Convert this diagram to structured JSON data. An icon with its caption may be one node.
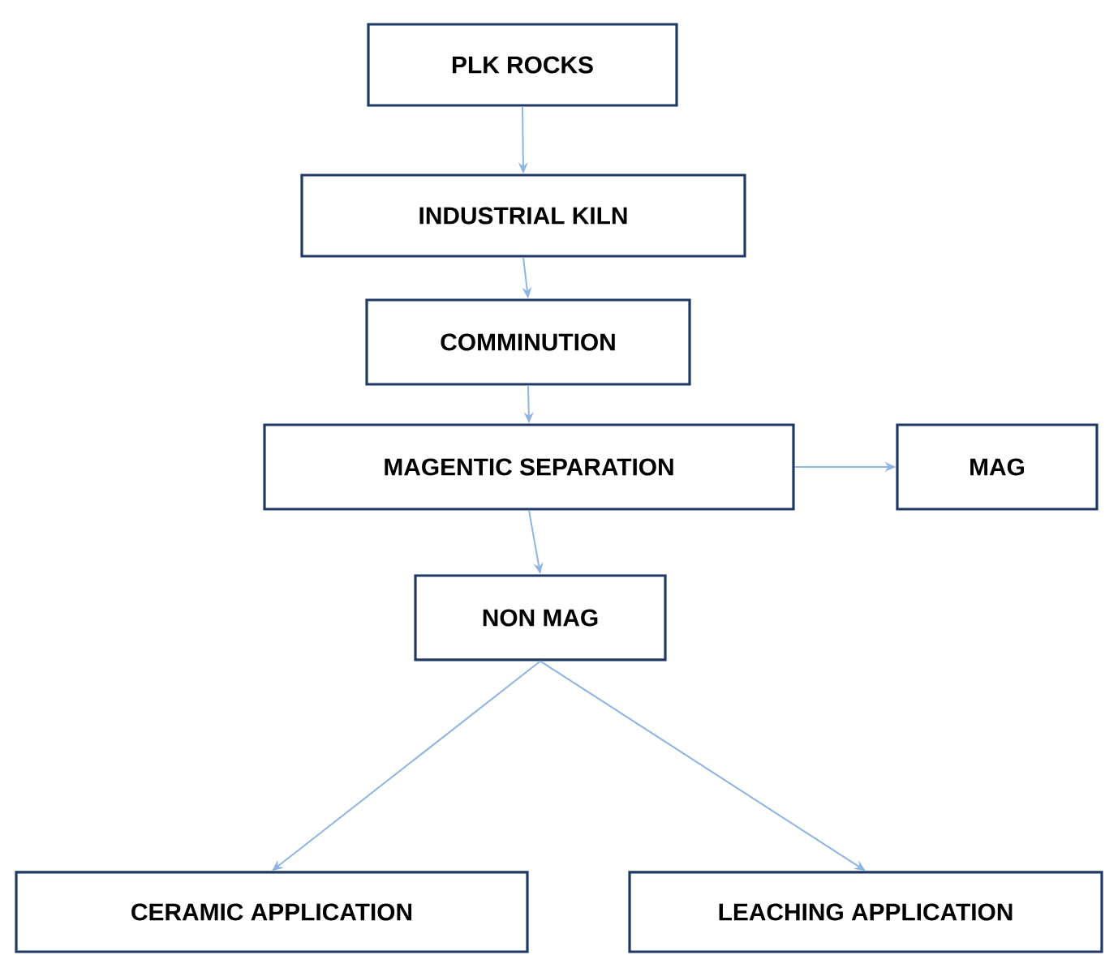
{
  "diagram": {
    "nodes": [
      {
        "text": [
          "PLK ROCKS"
        ]
      },
      {
        "text": [
          "INDUSTRIAL KILN"
        ]
      },
      {
        "text": [
          "COMMINUTION"
        ]
      },
      {
        "text": [
          "MAGENTIC SEPARATION"
        ]
      },
      {
        "text": [
          "MAG"
        ]
      },
      {
        "text": [
          "NON MAG"
        ]
      },
      {
        "text": [
          "CERAMIC APPLICATION"
        ]
      },
      {
        "text": [
          "LEACHING APPLICATION"
        ]
      }
    ],
    "edges": [
      {
        "from": 0,
        "to": 1,
        "arrow": "to"
      },
      {
        "from": 1,
        "to": 2,
        "arrow": "to"
      },
      {
        "from": 2,
        "to": 3,
        "arrow": "to"
      },
      {
        "from": 3,
        "to": 4,
        "arrow": "to"
      },
      {
        "from": 3,
        "to": 5,
        "arrow": "to"
      },
      {
        "from": 5,
        "to": 6,
        "arrow": "to"
      },
      {
        "from": 5,
        "to": 7,
        "arrow": "to"
      }
    ]
  }
}
